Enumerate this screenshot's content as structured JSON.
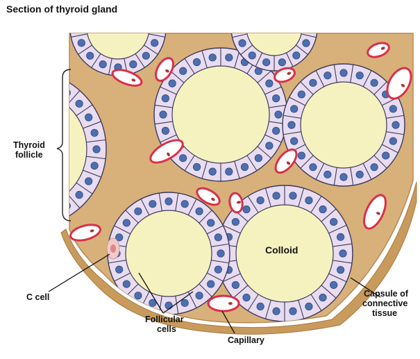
{
  "title": "Section of thyroid gland",
  "labels": {
    "thyroid_follicle_line1": "Thyroid",
    "thyroid_follicle_line2": "follicle",
    "colloid": "Colloid",
    "c_cell": "C cell",
    "follicular_cells_line1": "Follicular",
    "follicular_cells_line2": "cells",
    "capillary": "Capillary",
    "capsule_line1": "Capsule of",
    "capsule_line2": "connective",
    "capsule_line3": "tissue"
  },
  "colors": {
    "connective_tissue": "#d8b07a",
    "colloid": "#f6f2c0",
    "cell_fill": "#e9dcf0",
    "cell_outline": "#3a3a5a",
    "nucleus": "#4d6fb0",
    "capillary_wall": "#d8304a",
    "capillary_lumen": "#ffffff"
  }
}
